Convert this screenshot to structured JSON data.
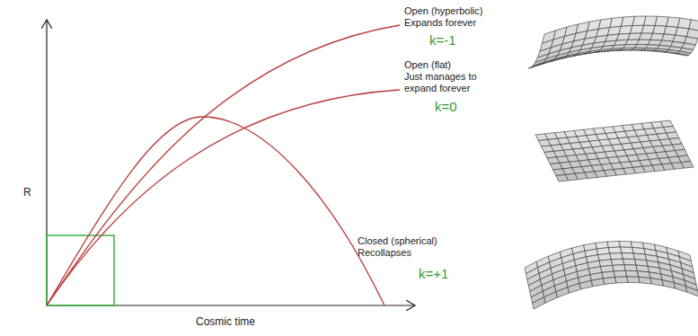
{
  "diagram": {
    "labels": [
      "R",
      "Cosmic time",
      "Open (hyperbolic)",
      "Expands forever",
      "k=-1",
      "Open (flat)",
      "Just manages to",
      "expand forever",
      "k=0",
      "Closed (spherical)",
      "Recollapses",
      "k=+1"
    ]
  }
}
